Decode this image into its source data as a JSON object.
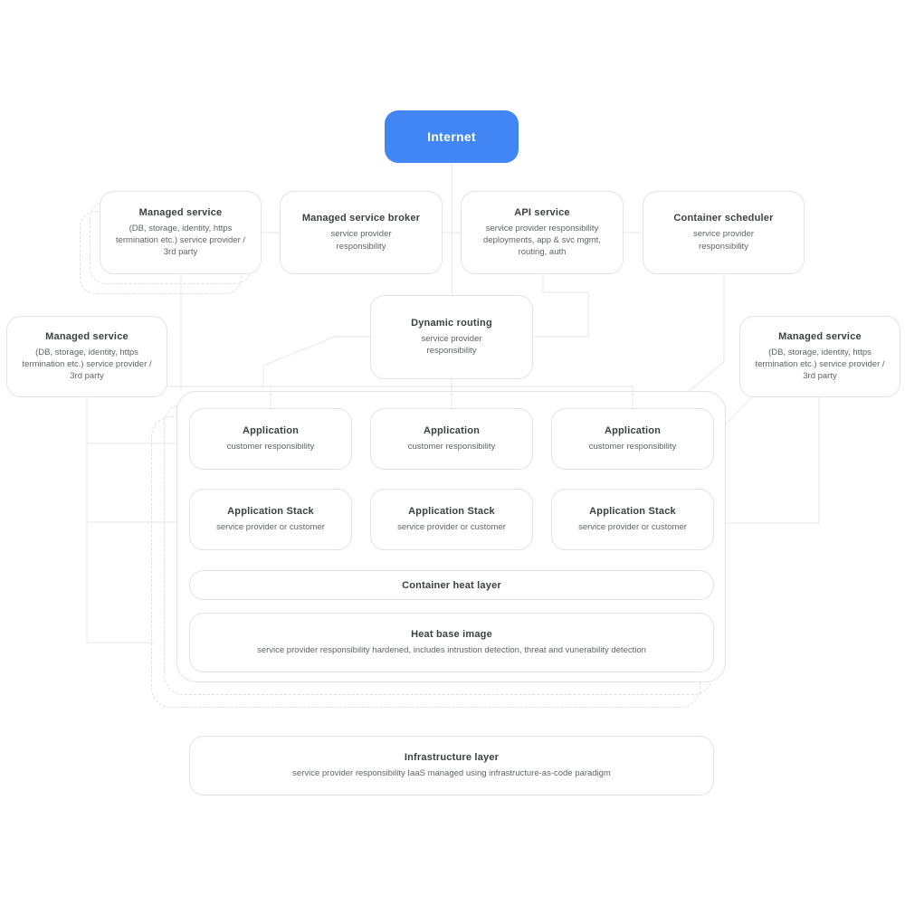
{
  "colors": {
    "background": "#ffffff",
    "internet_bg": "#4285f4",
    "internet_text": "#ffffff",
    "box_border": "#e0e3e7",
    "ghost_border": "#dcdfe4",
    "line": "#e9ebee",
    "title_text": "#3c4043",
    "subtitle_text": "#5f6368"
  },
  "nodes": {
    "internet": {
      "title": "Internet"
    },
    "managed_service_top": {
      "title": "Managed service",
      "subtitle": "(DB, storage, identity, https termination etc.) service provider / 3rd party"
    },
    "managed_service_broker": {
      "title": "Managed service broker",
      "subtitle": "service provider responsibility"
    },
    "api_service": {
      "title": "API service",
      "subtitle": "service provider responsibility deployments, app & svc mgmt, routing, auth"
    },
    "container_scheduler": {
      "title": "Container scheduler",
      "subtitle": "service provider responsibility"
    },
    "dynamic_routing": {
      "title": "Dynamic routing",
      "subtitle": "service provider responsibility"
    },
    "managed_service_left": {
      "title": "Managed service",
      "subtitle": "(DB, storage, identity, https termination etc.) service provider / 3rd party"
    },
    "managed_service_right": {
      "title": "Managed service",
      "subtitle": "(DB, storage, identity, https termination etc.) service provider / 3rd party"
    },
    "application_1": {
      "title": "Application",
      "subtitle": "customer responsibility"
    },
    "application_2": {
      "title": "Application",
      "subtitle": "customer responsibility"
    },
    "application_3": {
      "title": "Application",
      "subtitle": "customer responsibility"
    },
    "application_stack_1": {
      "title": "Application Stack",
      "subtitle": "service provider or customer"
    },
    "application_stack_2": {
      "title": "Application Stack",
      "subtitle": "service provider or customer"
    },
    "application_stack_3": {
      "title": "Application Stack",
      "subtitle": "service provider or customer"
    },
    "container_heat_layer": {
      "title": "Container heat layer"
    },
    "heat_base_image": {
      "title": "Heat base image",
      "subtitle": "service provider responsibility hardened, includes intrustion detection, threat and vunerability detection"
    },
    "infrastructure_layer": {
      "title": "Infrastructure layer",
      "subtitle": "service provider responsibility IaaS managed using infrastructure-as-code paradigm"
    }
  }
}
